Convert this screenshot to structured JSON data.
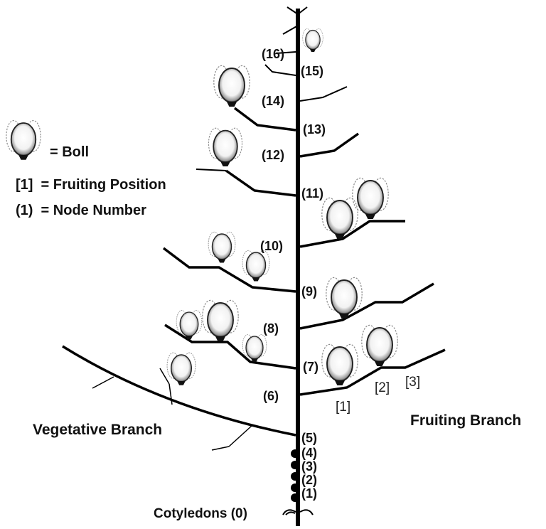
{
  "legend": {
    "boll": "= Boll",
    "fruiting_position": "[1]  = Fruiting Position",
    "node_number": "(1)  = Node Number"
  },
  "nodes": [
    "(0)",
    "(1)",
    "(2)",
    "(3)",
    "(4)",
    "(5)",
    "(6)",
    "(7)",
    "(8)",
    "(9)",
    "(10)",
    "(11)",
    "(12)",
    "(13)",
    "(14)",
    "(15)",
    "(16)"
  ],
  "fruiting_positions": [
    "[1]",
    "[2]",
    "[3]"
  ],
  "labels": {
    "cotyledons": "Cotyledons (0)",
    "vegetative_branch": "Vegetative Branch",
    "fruiting_branch": "Fruiting Branch"
  }
}
